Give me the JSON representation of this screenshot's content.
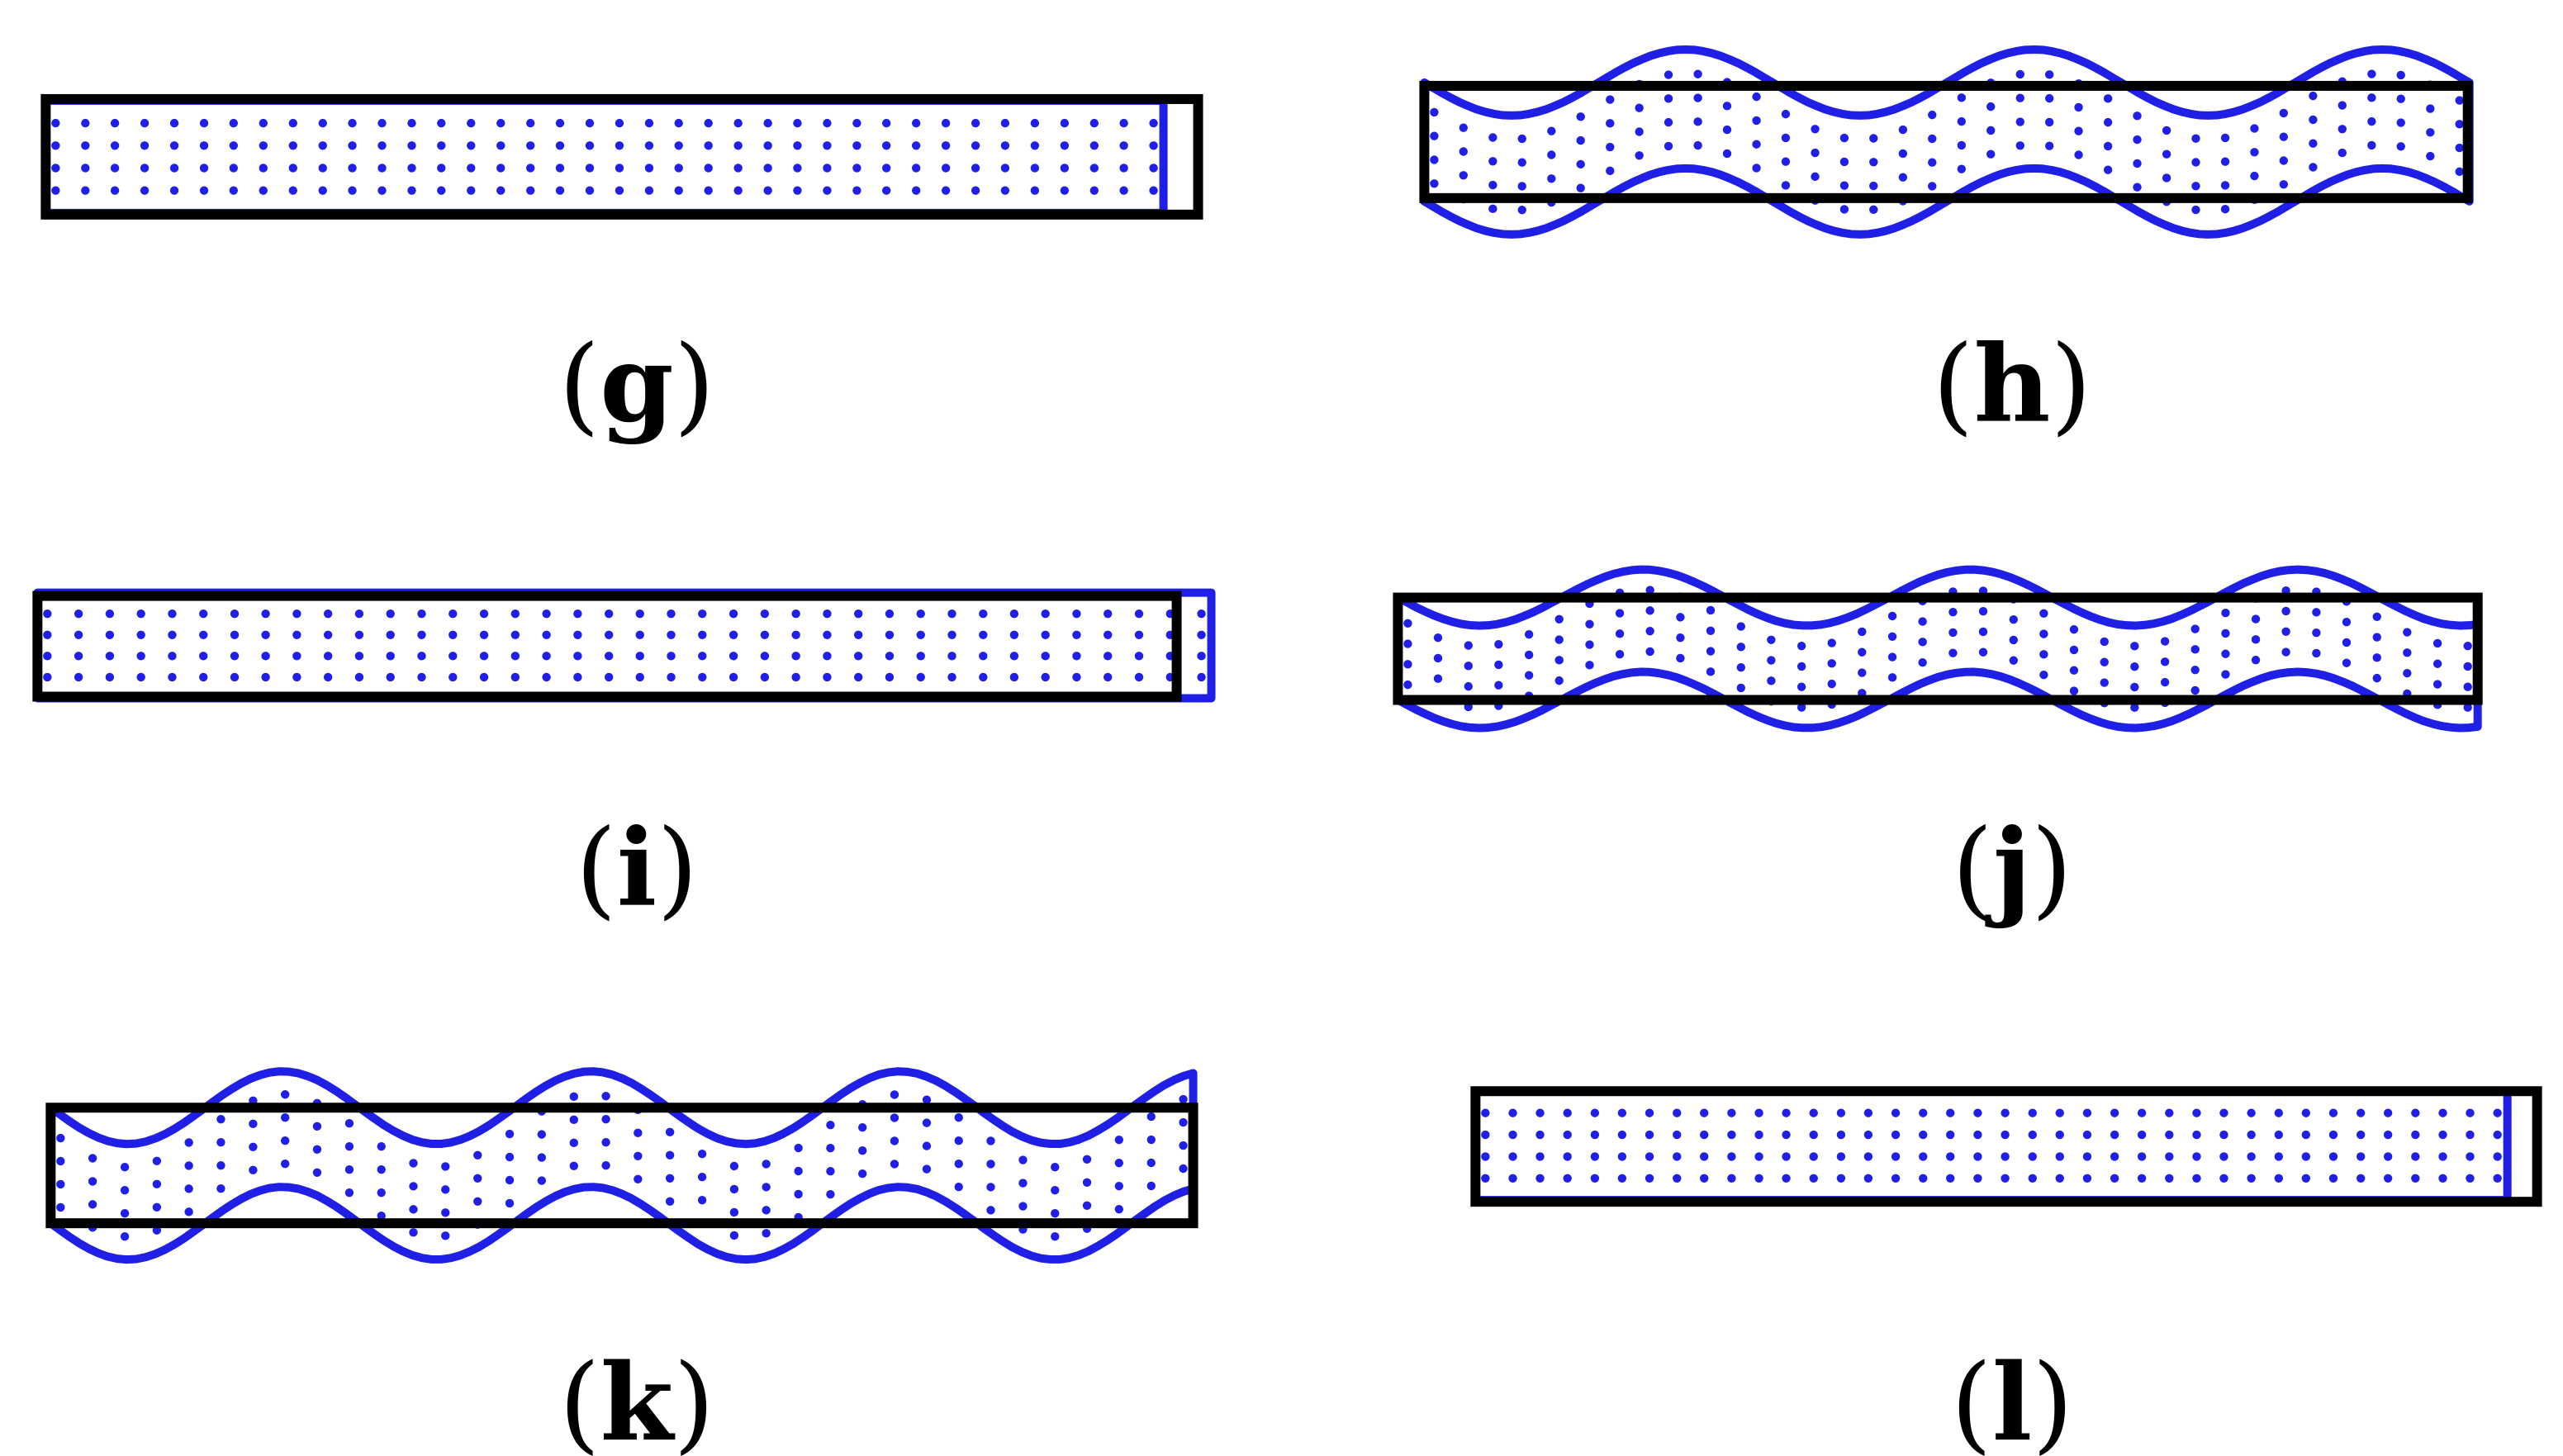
{
  "colors": {
    "mesh": "#1f1fe6",
    "frame": "#000000",
    "background": "#ffffff"
  },
  "panels": [
    {
      "id": "g",
      "caption_open": "(",
      "caption_letter": "g",
      "caption_close": ")",
      "mode": "stretched",
      "waves": 0,
      "amplitude": 0,
      "columns": 38,
      "rows": 4
    },
    {
      "id": "h",
      "caption_open": "(",
      "caption_letter": "h",
      "caption_close": ")",
      "mode": "buckled",
      "waves": 3,
      "amplitude": 20,
      "columns": 36,
      "rows": 4
    },
    {
      "id": "i",
      "caption_open": "(",
      "caption_letter": "i",
      "caption_close": ")",
      "mode": "stretched",
      "waves": 0,
      "amplitude": 0,
      "columns": 38,
      "rows": 4
    },
    {
      "id": "j",
      "caption_open": "(",
      "caption_letter": "j",
      "caption_close": ")",
      "mode": "buckled",
      "waves": 3.3,
      "amplitude": 17,
      "columns": 36,
      "rows": 4
    },
    {
      "id": "k",
      "caption_open": "(",
      "caption_letter": "k",
      "caption_close": ")",
      "mode": "buckled",
      "waves": 3.7,
      "amplitude": 22,
      "columns": 36,
      "rows": 4
    },
    {
      "id": "l",
      "caption_open": "(",
      "caption_letter": "l",
      "caption_close": ")",
      "mode": "stretched",
      "waves": 0,
      "amplitude": 0,
      "columns": 38,
      "rows": 4
    }
  ]
}
